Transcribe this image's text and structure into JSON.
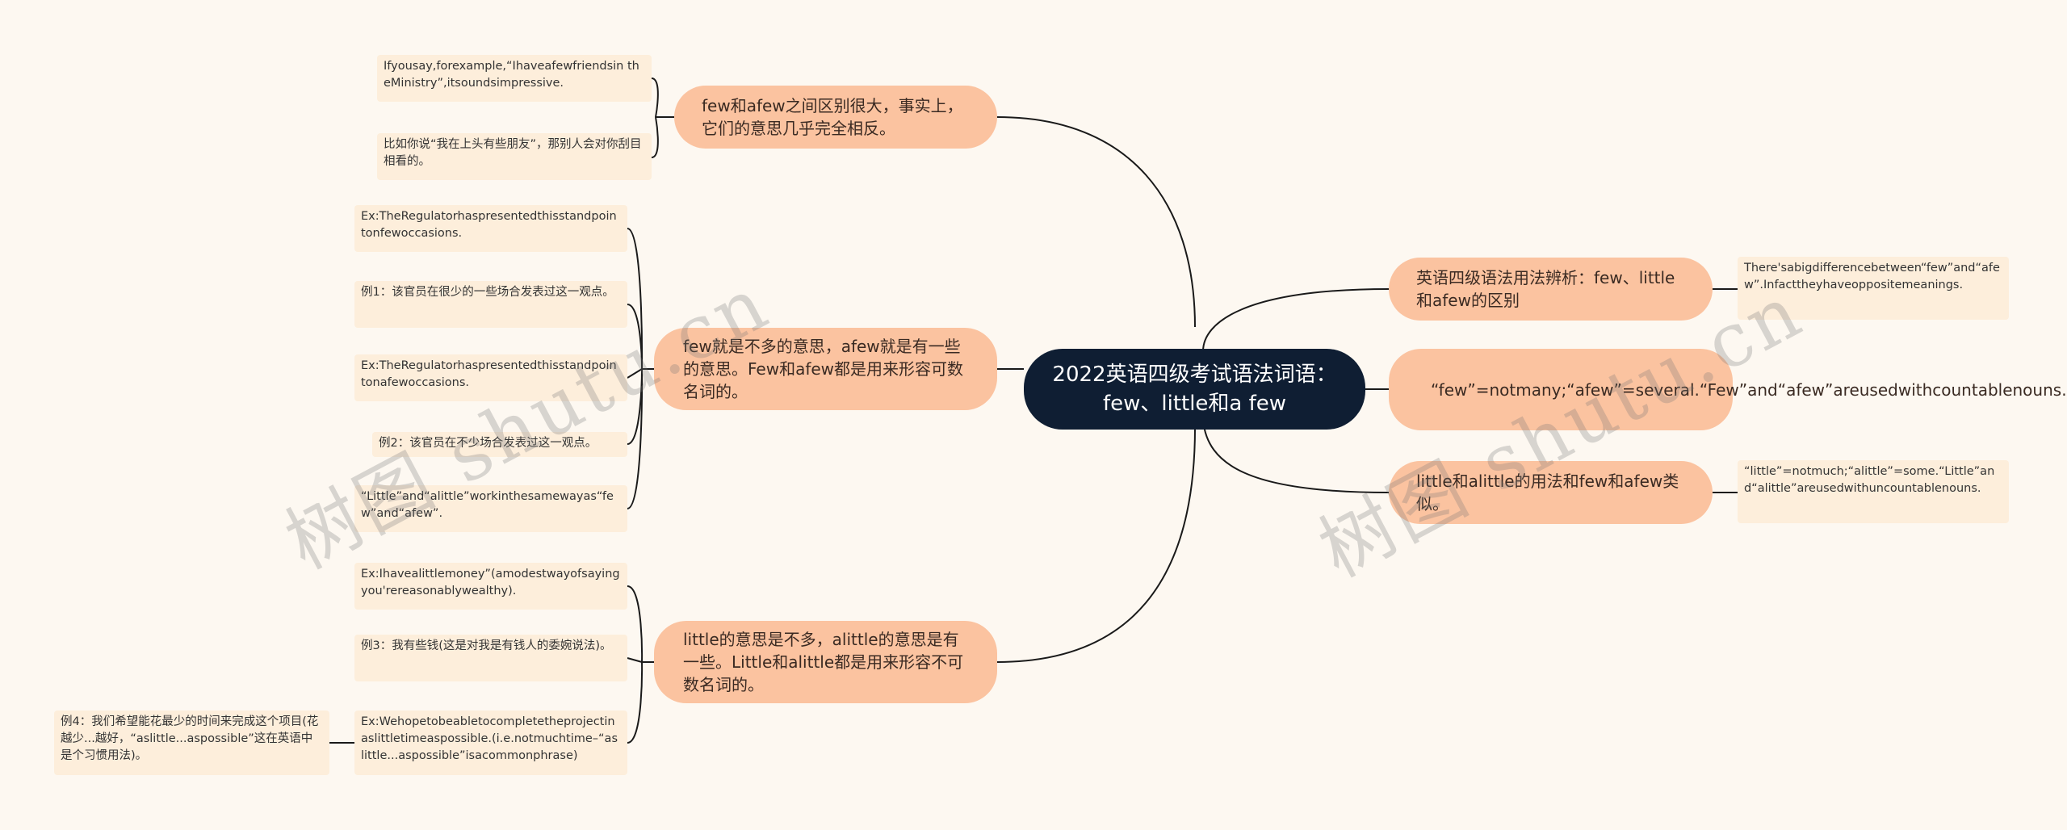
{
  "center": {
    "text": "2022英语四级考试语法词语：few、little和a few"
  },
  "left_branches": [
    {
      "text": "few和afew之间区别很大，事实上，它们的意思几乎完全相反。",
      "leaves": [
        "Ifyousay,forexample,“Ihaveafewfriendsin theMinistry”,itsoundsimpressive.",
        "比如你说“我在上头有些朋友”，那别人会对你刮目相看的。"
      ]
    },
    {
      "text": "few就是不多的意思，afew就是有一些的意思。Few和afew都是用来形容可数名词的。",
      "leaves": [
        "Ex:TheRegulatorhaspresentedthisstandpointonfewoccasions.",
        "例1：该官员在很少的一些场合发表过这一观点。",
        "Ex:TheRegulatorhaspresentedthisstandpointonafewoccasions.",
        "例2：该官员在不少场合发表过这一观点。",
        "“Little”and“alittle”workinthesamewayas“few”and“afew”."
      ]
    },
    {
      "text": "little的意思是不多，alittle的意思是有一些。Little和alittle都是用来形容不可数名词的。",
      "leaves": [
        "Ex:Ihavealittlemoney”(amodestwayofsayingyou'rereasonablywealthy).",
        "例3：我有些钱(这是对我是有钱人的委婉说法)。",
        "Ex:Wehopetobeabletocompletetheprojectinaslittletimeaspossible.(i.e.notmuchtime–“aslittle...aspossible”isacommonphrase)"
      ],
      "sub_leaf": "例4：我们希望能花最少的时间来完成这个项目(花越少...越好，“aslittle...aspossible”这在英语中是个习惯用法)。"
    }
  ],
  "right_branches": [
    {
      "text": "英语四级语法用法辨析：few、little和afew的区别",
      "leaf": "There'sabigdifferencebetween“few”and“afew”.Infacttheyhaveoppositemeanings."
    },
    {
      "text": "“few”=notmany;“afew”=several.“Few”and“afew”areusedwithcountablenouns.",
      "leaf": ""
    },
    {
      "text": "little和alittle的用法和few和afew类似。",
      "leaf": "“little”=notmuch;“alittle”=some.“Little”and“alittle”areusedwithuncountablenouns."
    }
  ],
  "watermarks": [
    "树图 shutu.cn",
    "树图 shutu.cn"
  ],
  "colors": {
    "background": "#fdf8f1",
    "center": "#0f1e33",
    "branch": "#fbc3a0",
    "leaf": "#fdeedb",
    "line": "#1a1a1a"
  }
}
